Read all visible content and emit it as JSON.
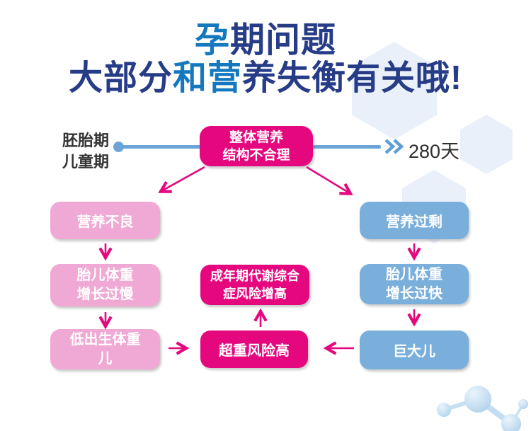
{
  "title": {
    "line1": [
      {
        "text": "孕",
        "accent": true
      },
      {
        "text": "期问题",
        "accent": false
      }
    ],
    "line2": [
      {
        "text": "大部分",
        "accent": false
      },
      {
        "text": "和营",
        "accent": true
      },
      {
        "text": "养失衡有关哦!",
        "accent": false
      }
    ]
  },
  "timeline": {
    "left_label_line1": "胚胎期",
    "left_label_line2": "儿童期",
    "center_box_line1": "整体营养",
    "center_box_line2": "结构不合理",
    "right_label": "280天",
    "chevron_icon": "double-chevron-right",
    "dot_icon": "timeline-dot"
  },
  "flow": {
    "left_branch": [
      {
        "lines": [
          "营养不良"
        ]
      },
      {
        "lines": [
          "胎儿体重",
          "增长过慢"
        ]
      },
      {
        "lines": [
          "低出生体重",
          "儿"
        ]
      }
    ],
    "center_branch": [
      {
        "lines": [
          "成年期代谢综合",
          "症风险增高"
        ]
      },
      {
        "lines": [
          "超重风险高"
        ]
      }
    ],
    "right_branch": [
      {
        "lines": [
          "营养过剩"
        ]
      },
      {
        "lines": [
          "胎儿体重",
          "增长过快"
        ]
      },
      {
        "lines": [
          "巨大儿"
        ]
      }
    ]
  },
  "colors": {
    "title_navy": "#263C87",
    "title_accent": "#1478BE",
    "magenta": "#E5077E",
    "pink": "#F0A9D4",
    "blue": "#7AAFDC",
    "timeline_blue": "#6BA5D8",
    "chevron_blue": "#5C9FD6",
    "dark_text": "#2E2E2E",
    "hexagon_fill": "#EAF0F9",
    "molecule_blue": "#C2DDF1"
  }
}
